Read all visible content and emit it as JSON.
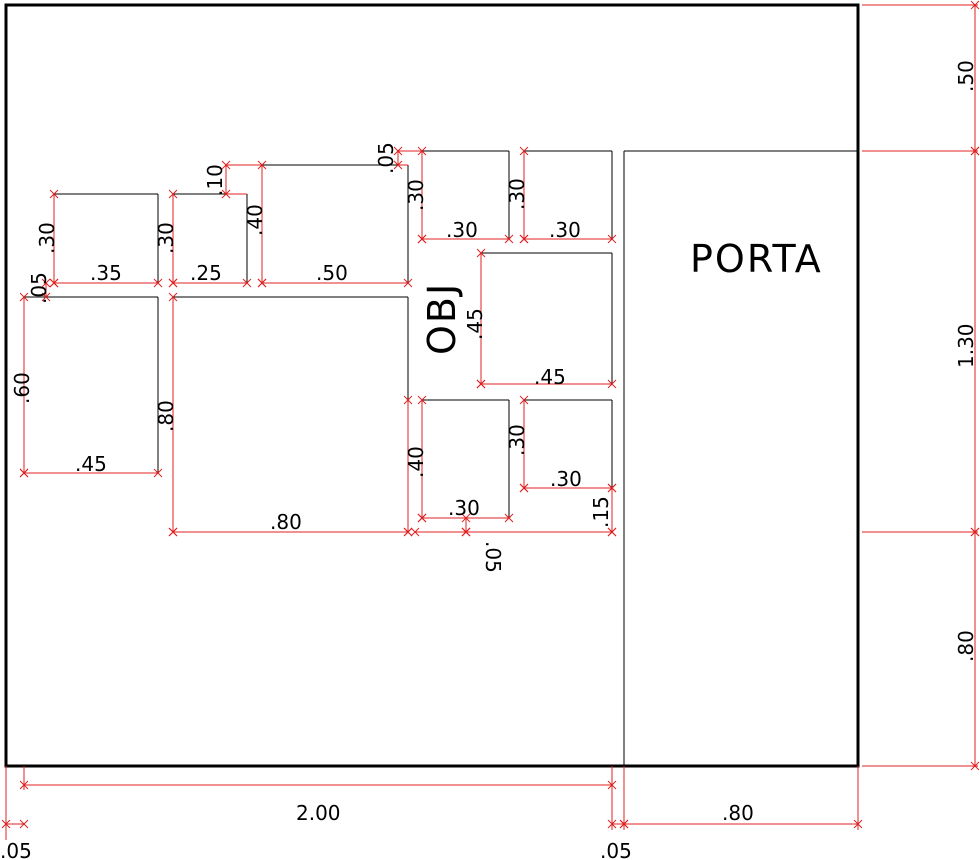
{
  "colors": {
    "outline": "#000000",
    "dimension": "#e02020",
    "background": "#ffffff"
  },
  "labels": {
    "door": "PORTA",
    "obj": "OBJ"
  },
  "dimensions": {
    "top_right": ".50",
    "right_mid": "1.30",
    "right_low": ".80",
    "bottom_main": "2.00",
    "bottom_door": ".80",
    "bottom_left_gap": ".05",
    "bottom_mid_gap": ".05",
    "r1_w": ".35",
    "r1_h": ".30",
    "r1_gap": ".05",
    "r2_w": ".25",
    "r2_h": ".30",
    "r2_gap": ".10",
    "r3_w": ".50",
    "r3_h": ".40",
    "r3_gap": ".05",
    "r4_w": ".30",
    "r4_h": ".30",
    "r5_w": ".30",
    "r5_h": ".30",
    "r6_w": ".45",
    "r6_h": ".45",
    "r7_w": ".45",
    "r7_h": ".60",
    "r8_w": ".80",
    "r8_h": ".80",
    "r9_w": ".30",
    "r9_h": ".40",
    "r9_gap": ".05",
    "r10_w": ".30",
    "r10_h": ".30",
    "r10_gap": ".15"
  }
}
